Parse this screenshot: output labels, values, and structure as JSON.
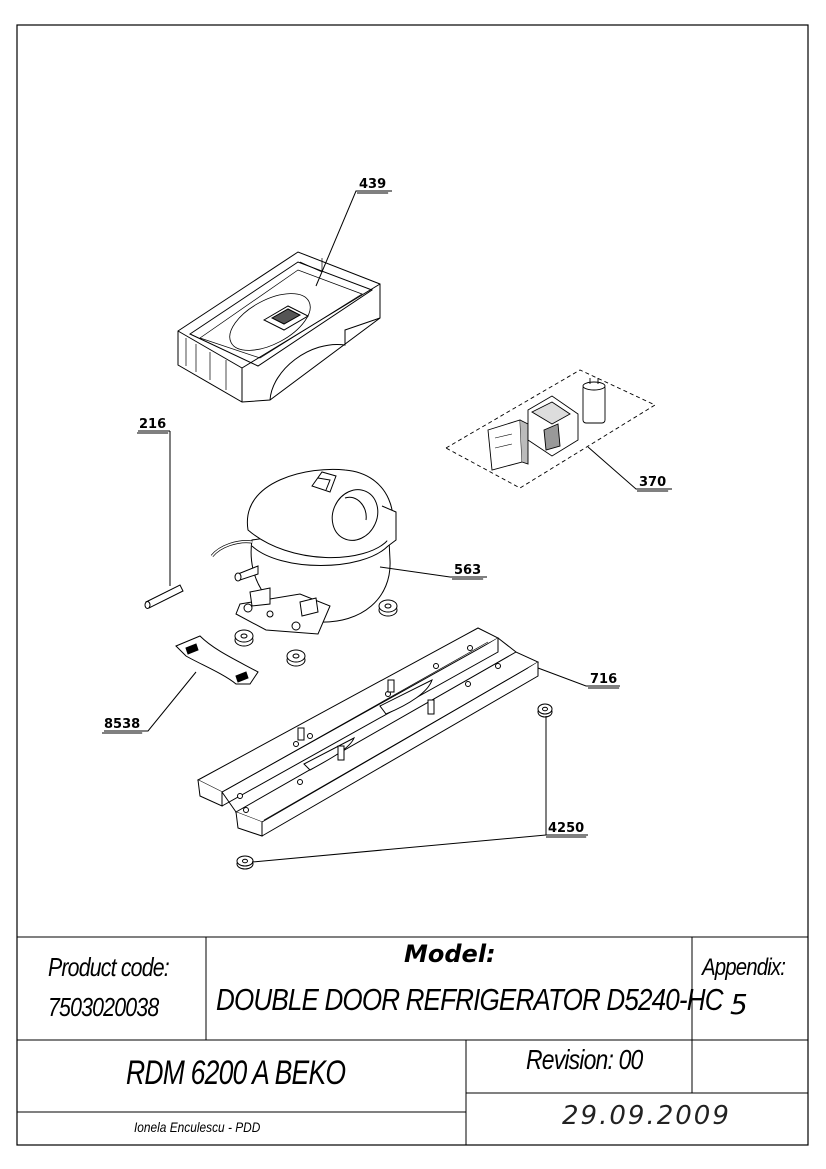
{
  "diagram": {
    "part_labels": {
      "p439": "439",
      "p216": "216",
      "p370": "370",
      "p563": "563",
      "p716": "716",
      "p8538": "8538",
      "p4250": "4250"
    }
  },
  "title_block": {
    "product_code_label": "Product code:",
    "product_code_value": "7503020038",
    "model_label": "Model:",
    "model_value": "DOUBLE DOOR REFRIGERATOR D5240-HC",
    "appendix_label": "Appendix:",
    "appendix_value": "5",
    "product_name": "RDM 6200 A BEKO",
    "revision": "Revision: 00",
    "author": "Ionela Enculescu - PDD",
    "date": "29.09.2009"
  }
}
